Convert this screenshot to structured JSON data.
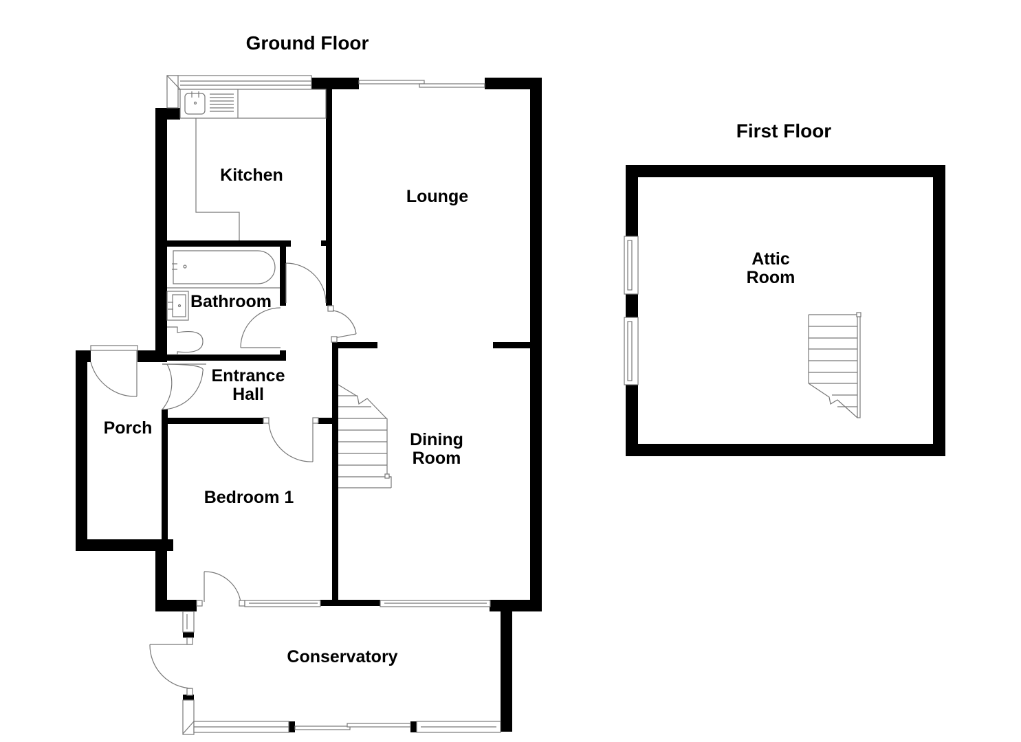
{
  "floors": [
    {
      "title": "Ground Floor",
      "rooms": [
        {
          "name": "Kitchen",
          "lines": [
            "Kitchen"
          ]
        },
        {
          "name": "Lounge",
          "lines": [
            "Lounge"
          ]
        },
        {
          "name": "Bathroom",
          "lines": [
            "Bathroom"
          ]
        },
        {
          "name": "Entrance Hall",
          "lines": [
            "Entrance",
            "Hall"
          ]
        },
        {
          "name": "Porch",
          "lines": [
            "Porch"
          ]
        },
        {
          "name": "Dining Room",
          "lines": [
            "Dining",
            "Room"
          ]
        },
        {
          "name": "Bedroom 1",
          "lines": [
            "Bedroom 1"
          ]
        },
        {
          "name": "Conservatory",
          "lines": [
            "Conservatory"
          ]
        }
      ]
    },
    {
      "title": "First Floor",
      "rooms": [
        {
          "name": "Attic Room",
          "lines": [
            "Attic",
            "Room"
          ]
        }
      ]
    }
  ],
  "colors": {
    "wall": "#000000",
    "fixture": "#777777",
    "background": "#ffffff"
  }
}
